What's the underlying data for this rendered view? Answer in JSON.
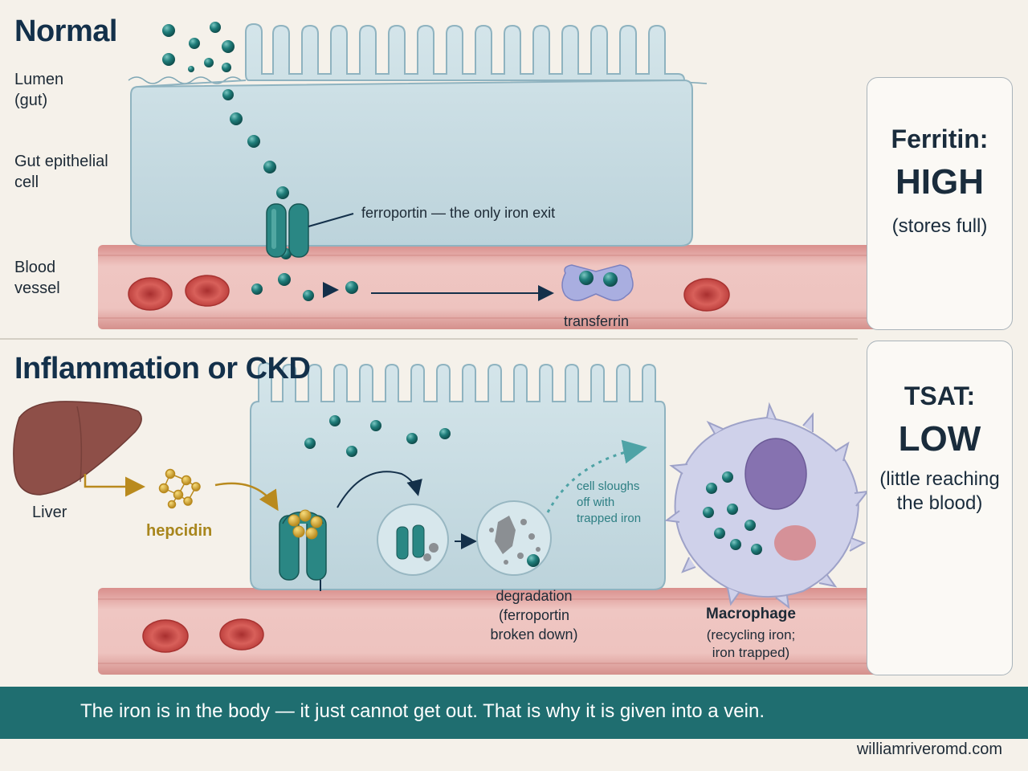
{
  "sections": {
    "normal_title": "Normal",
    "inflamed_title": "Inflammation or CKD"
  },
  "labels": {
    "lumen": [
      "Lumen",
      "(gut)"
    ],
    "epithelial": [
      "Gut epithelial",
      "cell"
    ],
    "vessel": [
      "Blood",
      "vessel"
    ],
    "ferroportin": "ferroportin — the only iron exit",
    "transferrin": "transferrin",
    "liver": "Liver",
    "hepcidin": "hepcidin",
    "sloughs": [
      "cell sloughs",
      "off with",
      "trapped iron"
    ],
    "degradation": [
      "degradation",
      "(ferroportin",
      "broken down)"
    ],
    "macrophage_name": "Macrophage",
    "macrophage_note": [
      "(recycling iron;",
      "iron trapped)"
    ]
  },
  "cards": {
    "ferritin": {
      "key": "Ferritin:",
      "value": "HIGH",
      "note": [
        "(stores full)"
      ]
    },
    "tsat": {
      "key": "TSAT:",
      "value": "LOW",
      "note": [
        "(little reaching",
        "the blood)"
      ]
    }
  },
  "banner": "The iron is in the body — it just cannot get out.  That is why it is given into a vein.",
  "site": "williamriveromd.com",
  "colors": {
    "cell": "#c9dde3",
    "cell_edge": "#8fb3c0",
    "vessel": "#e7b8b4",
    "iron": "#1f7d7a",
    "hepcidin": "#d9a932",
    "hepcidin_text": "#a8861d",
    "banner": "#1f6e70",
    "rbc": "#c9423f",
    "transferrin": "#a9aee0",
    "liver": "#8e4f48",
    "macrophage": "#cfd1ea",
    "nucleus": "#8672b0"
  }
}
